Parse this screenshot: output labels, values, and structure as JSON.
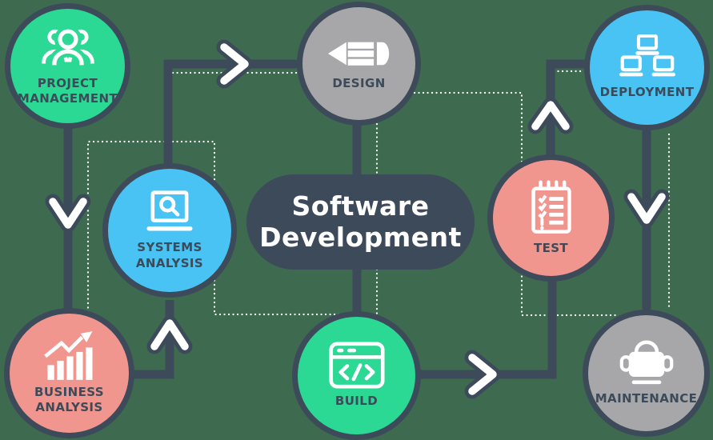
{
  "center": {
    "title_line1": "Software",
    "title_line2": "Development"
  },
  "nodes": {
    "project_management": {
      "label": "PROJECT MANAGEMENT",
      "icon": "team-icon",
      "color": "#2bd894"
    },
    "systems_analysis": {
      "label": "SYSTEMS ANALYSIS",
      "icon": "laptop-search-icon",
      "color": "#49c3f4"
    },
    "business_analysis": {
      "label": "BUSINESS ANALYSIS",
      "icon": "bar-chart-icon",
      "color": "#f0968f"
    },
    "design": {
      "label": "DESIGN",
      "icon": "pencil-icon",
      "color": "#a7a7a9"
    },
    "build": {
      "label": "BUILD",
      "icon": "code-window-icon",
      "color": "#2bd894"
    },
    "test": {
      "label": "TEST",
      "icon": "checklist-icon",
      "color": "#f0968f"
    },
    "deployment": {
      "label": "DEPLOYMENT",
      "icon": "network-icon",
      "color": "#49c3f4"
    },
    "maintenance": {
      "label": "MAINTENANCE",
      "icon": "toolbox-icon",
      "color": "#a7a7a9"
    }
  },
  "colors": {
    "background": "#3e6b50",
    "connector": "#3c4a59",
    "dotted_line": "#ffffff",
    "chevron": "#ffffff",
    "node_border": "#3c4a59",
    "label_text": "#3c4a59",
    "pill_bg": "#3c4a59",
    "pill_text": "#ffffff",
    "icon": "#ffffff"
  }
}
